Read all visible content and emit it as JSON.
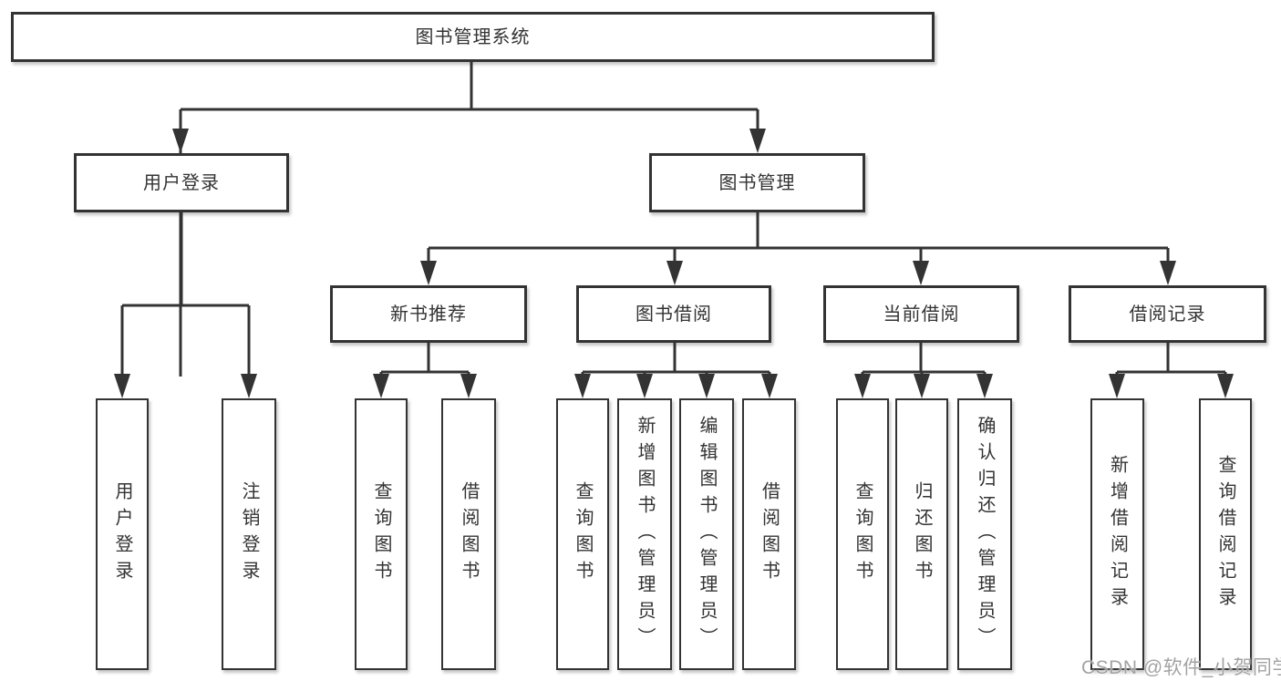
{
  "colors": {
    "background": "#ffffff",
    "line": "#333333",
    "box_border": "#333333",
    "box_fill": "#ffffff",
    "text": "#333333",
    "watermark": "#a3a3a5"
  },
  "tree": {
    "label": "图书管理系统",
    "children": [
      {
        "label": "用户登录",
        "children": [
          {
            "label": "用户登录"
          },
          {
            "label": "注销登录"
          }
        ]
      },
      {
        "label": "图书管理",
        "children": [
          {
            "label": "新书推荐",
            "children": [
              {
                "label": "查询图书"
              },
              {
                "label": "借阅图书"
              }
            ]
          },
          {
            "label": "图书借阅",
            "children": [
              {
                "label": "查询图书"
              },
              {
                "label": "新增图书（管理员）"
              },
              {
                "label": "编辑图书（管理员）"
              },
              {
                "label": "借阅图书"
              }
            ]
          },
          {
            "label": "当前借阅",
            "children": [
              {
                "label": "查询图书"
              },
              {
                "label": "归还图书"
              },
              {
                "label": "确认归还（管理员）"
              }
            ]
          },
          {
            "label": "借阅记录",
            "children": [
              {
                "label": "新增借阅记录"
              },
              {
                "label": "查询借阅记录"
              }
            ]
          }
        ]
      }
    ]
  },
  "watermark": {
    "text": "CSDN @软件_小贺同学"
  }
}
